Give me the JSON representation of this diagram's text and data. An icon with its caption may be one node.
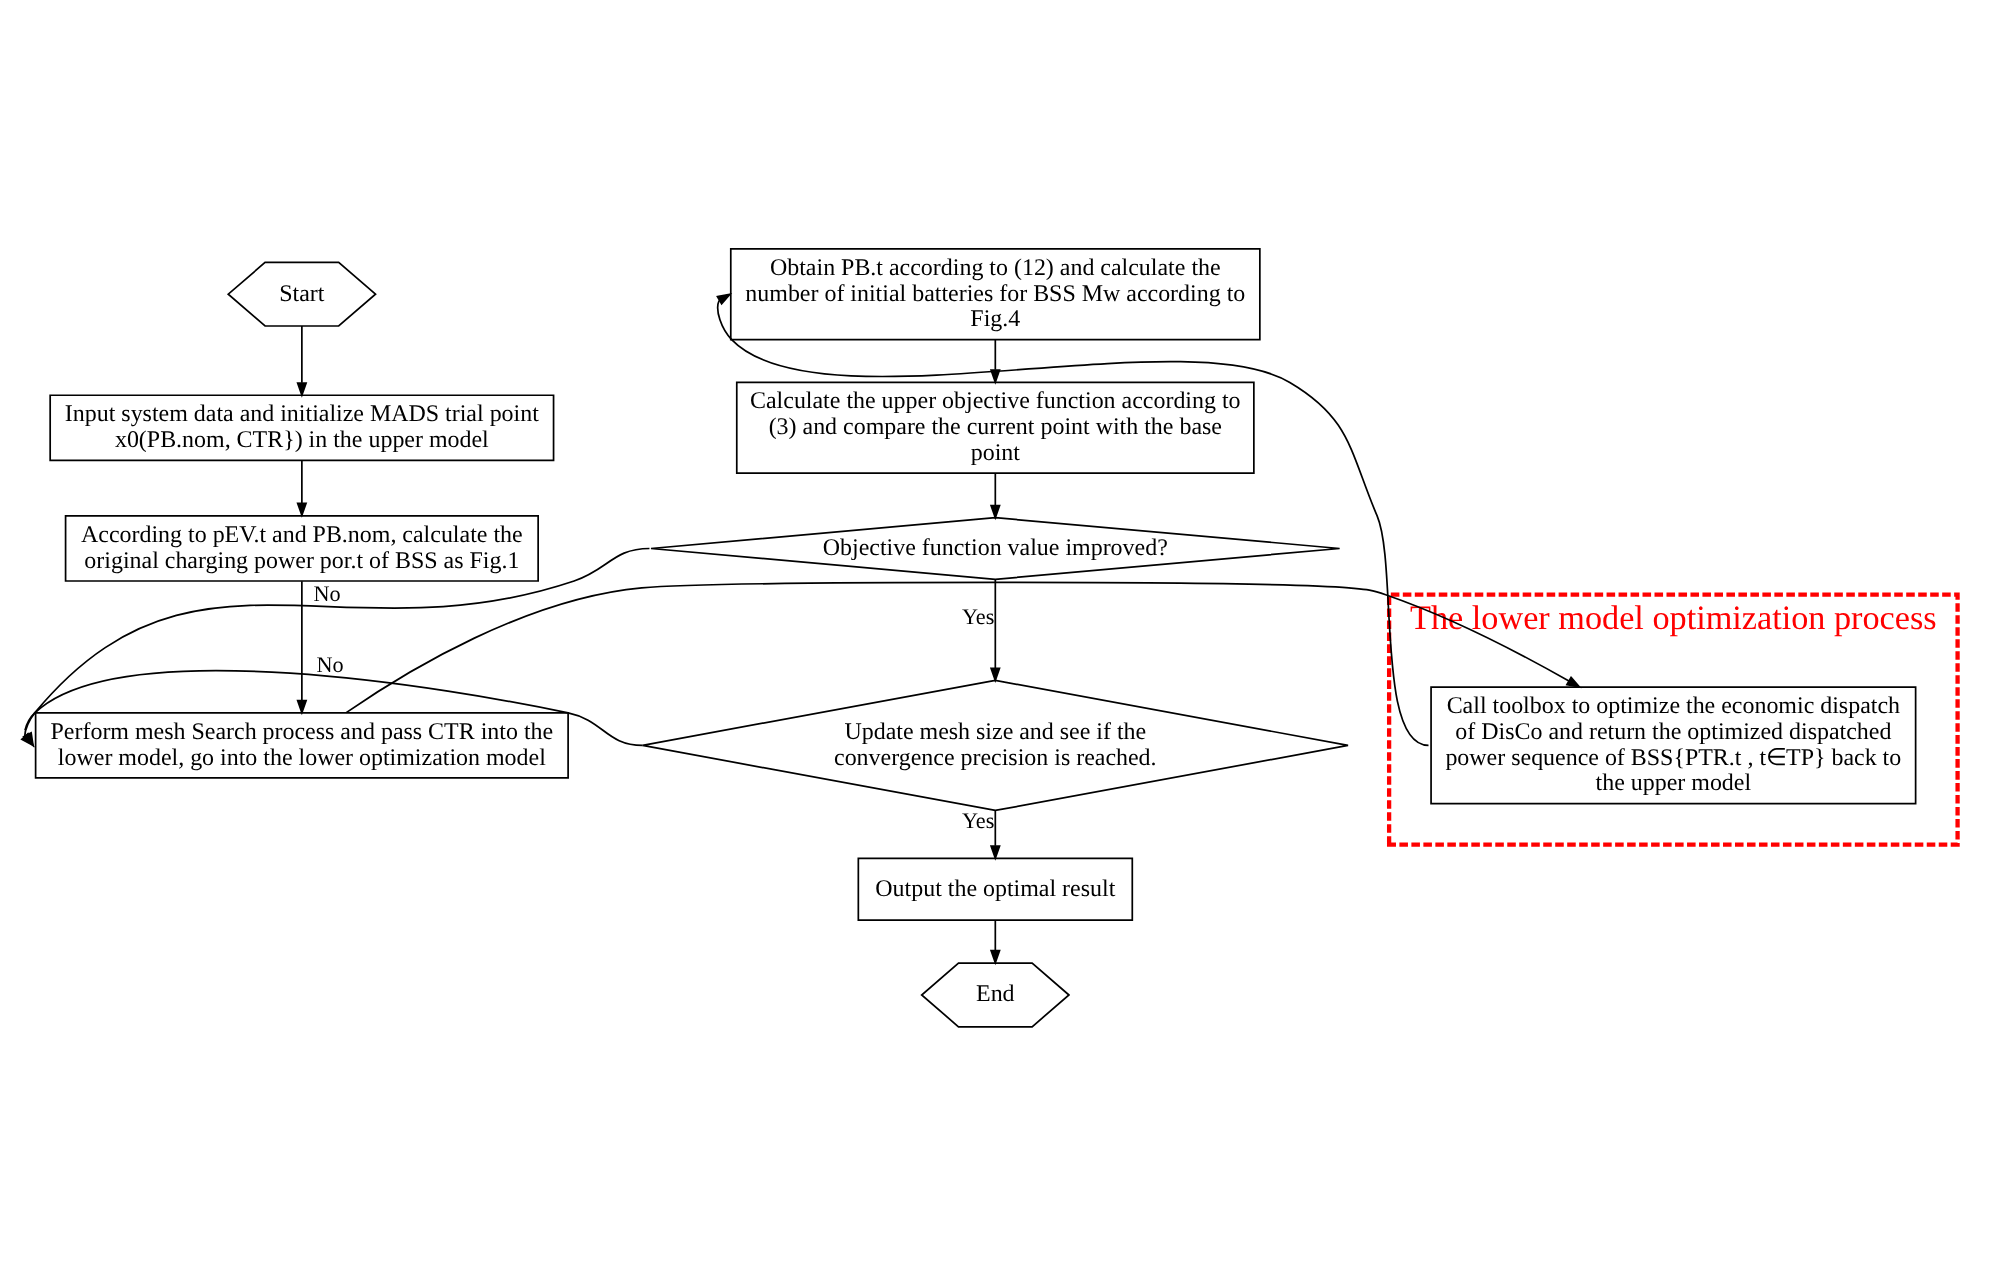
{
  "diagram": {
    "nodes": [
      {
        "text": [
          "Start"
        ]
      },
      {
        "text": [
          "Input system data and initialize MADS trial point x0(PB.nom, CTR}) in the upper model"
        ]
      },
      {
        "text": [
          "According to pEV.t and PB.nom, calculate the original charging power por.t of BSS as Fig.1"
        ]
      },
      {
        "text": [
          "Perform mesh Search process and pass CTR into the lower model, go into the lower optimization model"
        ]
      },
      {
        "text": [
          "Obtain PB.t according to (12) and calculate the number of initial batteries for BSS Mw according to Fig.4"
        ]
      },
      {
        "text": [
          "Calculate the upper objective function according to (3) and compare the current point with the base point"
        ]
      },
      {
        "text": [
          "Objective function value improved?"
        ]
      },
      {
        "text": [
          "Update mesh size and see if the convergence precision is reached."
        ]
      },
      {
        "text": [
          "Output the optimal result"
        ]
      },
      {
        "text": [
          "End"
        ]
      },
      {
        "text": [
          "The lower model optimization process"
        ]
      },
      {
        "text": [
          "Call toolbox to optimize the economic dispatch of DisCo and return the optimized dispatched power sequence of BSS{PTR.t , t∈TP} back to the upper model"
        ],
        "in": 10
      }
    ],
    "edges": [
      {
        "from": 0,
        "to": 1,
        "arrow": "to"
      },
      {
        "from": 1,
        "to": 2,
        "arrow": "to"
      },
      {
        "from": 2,
        "to": 3,
        "arrow": "to"
      },
      {
        "from": 3,
        "to": 11,
        "arrow": "to"
      },
      {
        "from": 11,
        "to": 4,
        "arrow": "to"
      },
      {
        "from": 4,
        "to": 5,
        "arrow": "to"
      },
      {
        "from": 5,
        "to": 6,
        "arrow": "to"
      },
      {
        "from": 6,
        "to": 7,
        "label": "Yes",
        "arrow": "to"
      },
      {
        "from": 7,
        "to": 8,
        "label": "Yes",
        "arrow": "to"
      },
      {
        "from": 8,
        "to": 9,
        "arrow": "to"
      },
      {
        "from": 6,
        "to": 3,
        "label": "No",
        "arrow": "to"
      },
      {
        "from": 7,
        "to": 3,
        "label": "No",
        "arrow": "to"
      }
    ]
  }
}
